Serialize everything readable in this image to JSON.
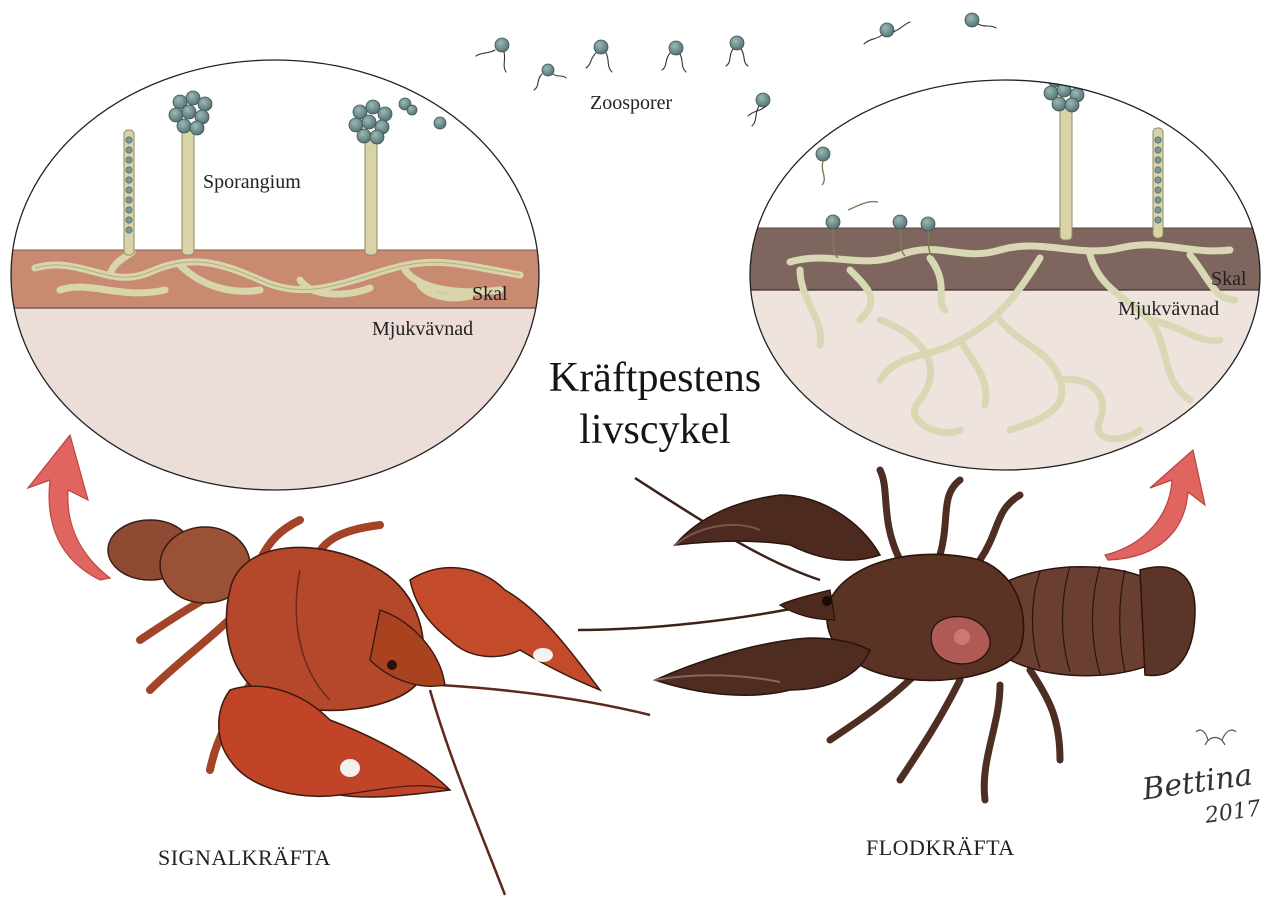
{
  "title_line1": "Kräftpestens",
  "title_line2": "livscykel",
  "labels": {
    "zoosporer": "Zoosporer",
    "sporangium": "Sporangium",
    "skal_left": "Skal",
    "mjukvavnad_left": "Mjukvävnad",
    "skal_right": "Skal",
    "mjukvavnad_right": "Mjukvävnad"
  },
  "captions": {
    "left": "SIGNALKRÄFTA",
    "right": "FLODKRÄFTA"
  },
  "signature": {
    "name": "Bettina",
    "year": "2017"
  },
  "colors": {
    "shell_left": "#c98a72",
    "shell_right": "#7e655d",
    "soft_tissue": "#efe0db",
    "hyphae": "#d8d6ae",
    "spores": "#6e8f8e",
    "arrow": "#e0645f",
    "signal_crayfish": "#b5482a",
    "noble_crayfish": "#5a3325"
  }
}
